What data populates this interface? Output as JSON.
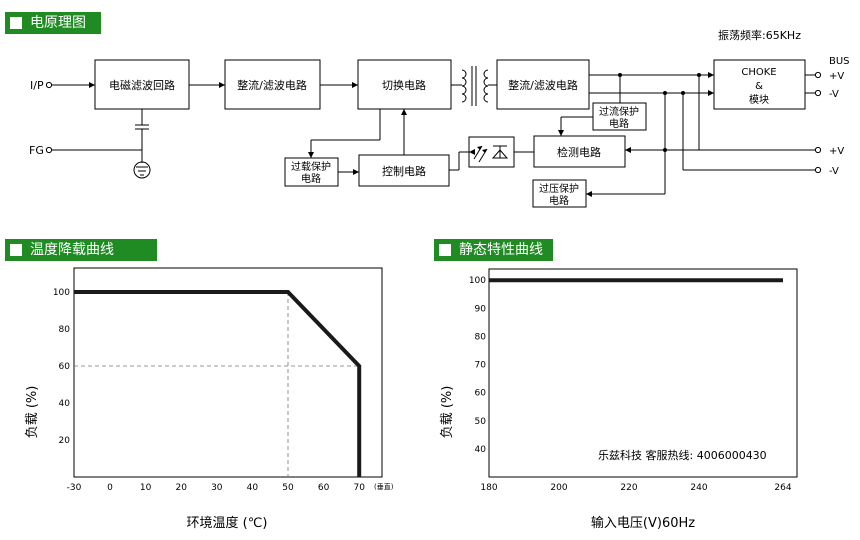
{
  "headers": {
    "schematic": "电原理图",
    "derating": "温度降载曲线",
    "static": "静态特性曲线"
  },
  "diagram": {
    "osc_freq": "振荡频率:65KHz",
    "terminals": {
      "ip": "I/P",
      "fg": "FG",
      "bus": "BUS",
      "bus_pos": "+V",
      "bus_neg": "-V",
      "out_pos": "+V",
      "out_neg": "-V"
    },
    "blocks": {
      "emi": "电磁滤波回路",
      "rect1": "整流/滤波电路",
      "switch": "切换电路",
      "rect2": "整流/滤波电路",
      "choke_l1": "CHOKE",
      "choke_l2": "&",
      "choke_l3": "模块",
      "ocp_l1": "过流保护",
      "ocp_l2": "电路",
      "olp_l1": "过载保护",
      "olp_l2": "电路",
      "control": "控制电路",
      "detect": "检测电路",
      "ovp_l1": "过压保护",
      "ovp_l2": "电路"
    }
  },
  "chart_data": [
    {
      "type": "line",
      "title": "温度降载曲线",
      "xlabel": "环境温度 (℃)",
      "ylabel": "负载 (%)",
      "x_unit_note": "(垂直)",
      "xticks": [
        -30,
        0,
        10,
        20,
        30,
        40,
        50,
        60,
        70
      ],
      "yticks": [
        20,
        40,
        60,
        80,
        100
      ],
      "xlim": [
        -30,
        77
      ],
      "ylim": [
        0,
        113
      ],
      "x": [
        -30,
        50,
        70,
        70
      ],
      "y": [
        100,
        100,
        60,
        0
      ],
      "guides": [
        {
          "x": [
            50,
            50
          ],
          "y": [
            100,
            0
          ]
        },
        {
          "x": [
            -30,
            70
          ],
          "y": [
            60,
            60
          ]
        }
      ],
      "grid": false
    },
    {
      "type": "line",
      "title": "静态特性曲线",
      "xlabel": "输入电压(V)60Hz",
      "ylabel": "负载 (%)",
      "xticks": [
        180,
        200,
        220,
        240,
        264
      ],
      "yticks": [
        40,
        50,
        60,
        70,
        80,
        90,
        100
      ],
      "xlim": [
        180,
        268
      ],
      "ylim": [
        30,
        104
      ],
      "x": [
        180,
        264
      ],
      "y": [
        100,
        100
      ],
      "annotation": "乐兹科技 客服热线: 4006000430",
      "grid": false
    }
  ]
}
